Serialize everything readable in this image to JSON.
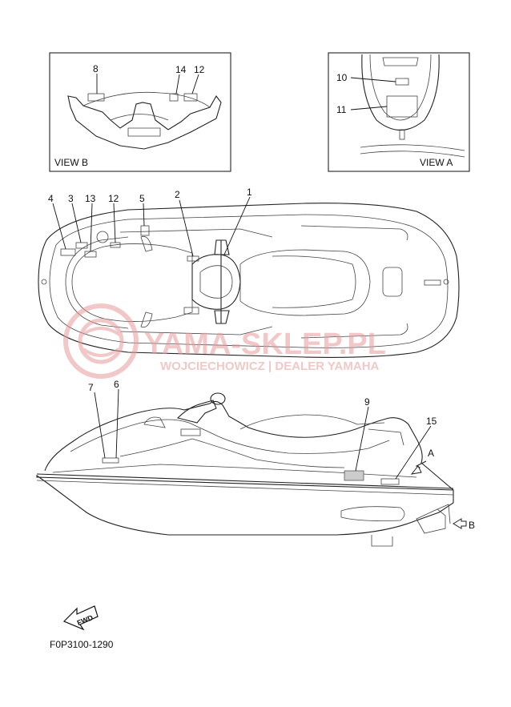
{
  "views": {
    "b_label": "VIEW B",
    "a_label": "VIEW A"
  },
  "callouts": {
    "vb_8": "8",
    "vb_14": "14",
    "vb_12": "12",
    "va_10": "10",
    "va_11": "11",
    "t_4": "4",
    "t_3": "3",
    "t_13": "13",
    "t_12": "12",
    "t_5": "5",
    "t_2": "2",
    "t_1": "1",
    "s_7": "7",
    "s_6": "6",
    "s_9": "9",
    "s_15": "15",
    "arrow_a": "A",
    "arrow_b": "B"
  },
  "watermark": {
    "brand": "YAMA-SKLEP.PL",
    "sub": "WOJCIECHOWICZ | DEALER YAMAHA",
    "color": "#e79a9a"
  },
  "fwd_tag": "FWD",
  "part_code": "F0P3100-1290"
}
